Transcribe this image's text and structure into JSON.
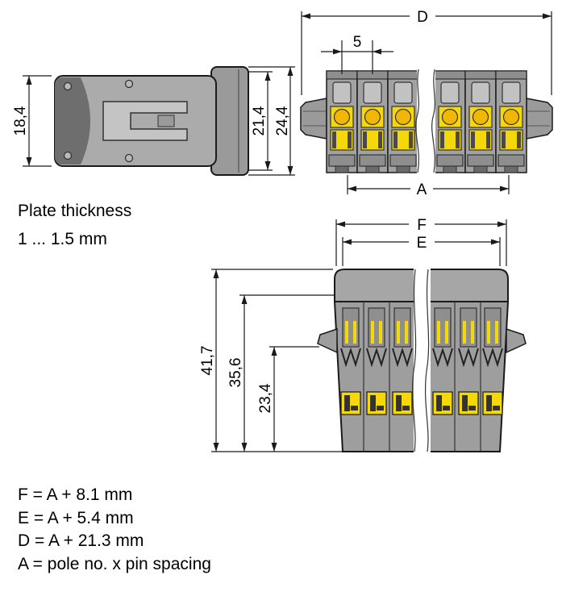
{
  "drawing": {
    "side_view": {
      "dim_body_height": "18,4",
      "dim_flange_inner": "21,4",
      "dim_flange_outer": "24,4"
    },
    "front_view": {
      "dim_overall": "D",
      "dim_pitch": "5",
      "dim_poles": "A"
    },
    "bottom_view": {
      "dim_f": "F",
      "dim_e": "E",
      "dim_total_depth": "41,7",
      "dim_mid_depth": "35,6",
      "dim_lower_depth": "23,4"
    },
    "note": {
      "line1": "Plate thickness",
      "line2": "1 ... 1.5 mm"
    },
    "formulas": {
      "f": "F = A + 8.1 mm",
      "e": "E = A + 5.4 mm",
      "d": "D = A + 21.3 mm",
      "a": "A = pole no. x pin spacing"
    }
  },
  "colors": {
    "outline": "#1a1a1a",
    "housing_gray": "#a2a2a2",
    "housing_dark": "#6e6e6e",
    "housing_light": "#c4c4c4",
    "contact_yellow": "#f5d80a",
    "contact_orange": "#f2b705",
    "background": "#ffffff"
  }
}
